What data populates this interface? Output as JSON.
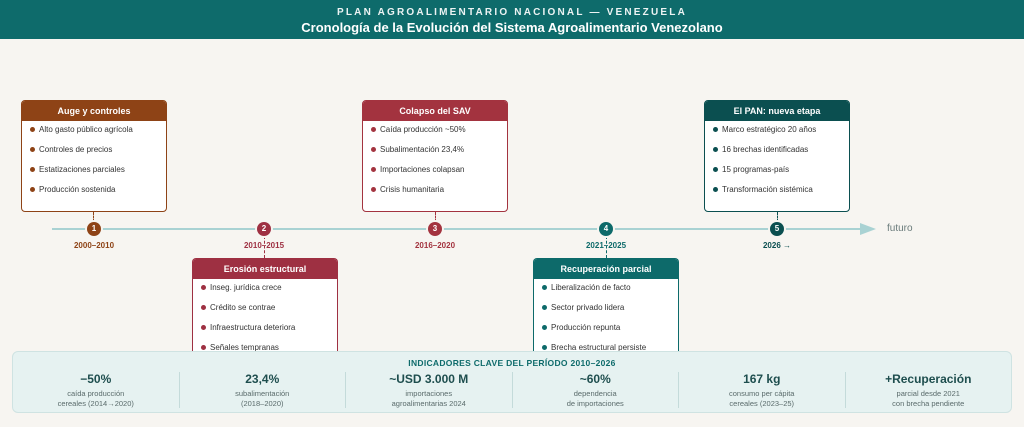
{
  "header": {
    "supertitle": "PLAN AGROALIMENTARIO NACIONAL — VENEZUELA",
    "title": "Cronología de la Evolución del Sistema Agroalimentario Venezolano"
  },
  "timeline": {
    "future_label": "futuro",
    "stages": [
      {
        "number": "1",
        "period": "2000–2010",
        "title": "Auge y controles",
        "color": "#8e4316",
        "items": [
          "Alto gasto público agrícola",
          "Controles de precios",
          "Estatizaciones parciales",
          "Producción sostenida"
        ]
      },
      {
        "number": "2",
        "period": "2010–2015",
        "title": "Erosión estructural",
        "color": "#9e3042",
        "items": [
          "Inseg. jurídica crece",
          "Crédito se contrae",
          "Infraestructura deteriora",
          "Señales tempranas"
        ]
      },
      {
        "number": "3",
        "period": "2016–2020",
        "title": "Colapso del SAV",
        "color": "#a3333f",
        "items": [
          "Caída producción ~50%",
          "Subalimentación 23,4%",
          "Importaciones colapsan",
          "Crisis humanitaria"
        ]
      },
      {
        "number": "4",
        "period": "2021–2025",
        "title": "Recuperación parcial",
        "color": "#0d6a6a",
        "items": [
          "Liberalización de facto",
          "Sector privado lidera",
          "Producción repunta",
          "Brecha estructural persiste"
        ]
      },
      {
        "number": "5",
        "period": "2026 →",
        "title": "El PAN: nueva etapa",
        "color": "#0b4f50",
        "items": [
          "Marco estratégico 20 años",
          "16 brechas identificadas",
          "15 programas-país",
          "Transformación sistémica"
        ]
      }
    ]
  },
  "indicators": {
    "title": "INDICADORES CLAVE DEL PERÍODO 2010–2026",
    "items": [
      {
        "value": "−50%",
        "desc1": "caída producción",
        "desc2": "cereales (2014→2020)"
      },
      {
        "value": "23,4%",
        "desc1": "subalimentación",
        "desc2": "(2018–2020)"
      },
      {
        "value": "~USD 3.000 M",
        "desc1": "importaciones",
        "desc2": "agroalimentarias 2024"
      },
      {
        "value": "~60%",
        "desc1": "dependencia",
        "desc2": "de importaciones"
      },
      {
        "value": "167 kg",
        "desc1": "consumo per cápita",
        "desc2": "cereales (2023–25)"
      },
      {
        "value": "+Recuperación",
        "desc1": "parcial desde 2021",
        "desc2": "con brecha pendiente"
      }
    ]
  }
}
